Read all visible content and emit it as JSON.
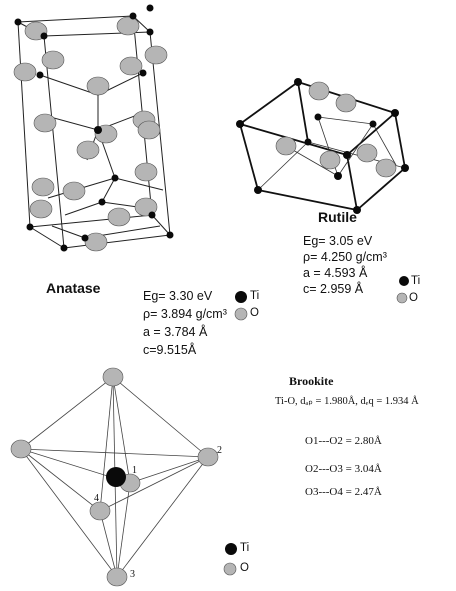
{
  "rutile": {
    "title": "Rutile",
    "eg": "Eg= 3.05 eV",
    "rho": "ρ= 4.250 g/cm³",
    "a": "a = 4.593 Å",
    "c": "c= 2.959 Å",
    "legend_ti": "Ti",
    "legend_o": "O"
  },
  "anatase": {
    "title": "Anatase",
    "eg": "Eg= 3.30 eV",
    "rho": "ρ= 3.894 g/cm³",
    "a": "a = 3.784 Å",
    "c": "c=9.515Å",
    "legend_ti": "Ti",
    "legend_o": "O"
  },
  "brookite": {
    "title": "Brookite",
    "bond_line": "Ti-O, dₐₚ = 1.980Å, dₑq = 1.934 Å",
    "d12": "O1---O2 = 2.80Å",
    "d23": "O2---O3 = 3.04Å",
    "d34": "O3---O4 = 2.47Å",
    "vertex_labels": [
      "1",
      "2",
      "3",
      "4"
    ],
    "legend_ti": "Ti",
    "legend_o": "O"
  },
  "colors": {
    "ti": "#0a0a0a",
    "o": "#b5b5b5",
    "bond": "#222222"
  }
}
